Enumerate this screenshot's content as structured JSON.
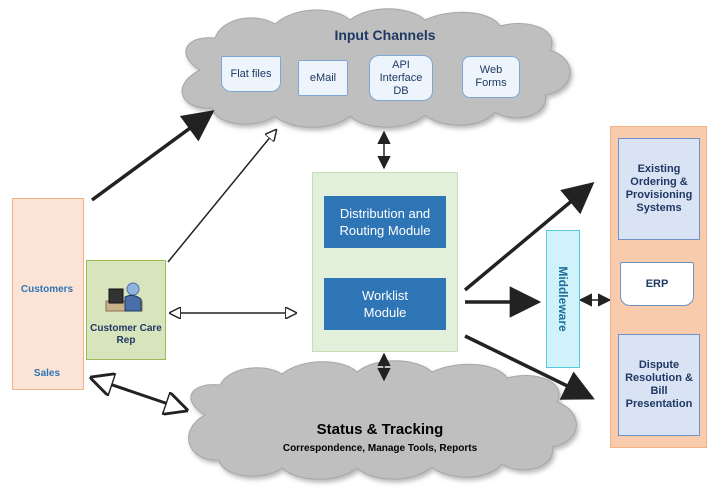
{
  "input_channels": {
    "title": "Input Channels",
    "items": [
      {
        "label": "Flat files"
      },
      {
        "label": "eMail"
      },
      {
        "label": "API\nInterface\nDB"
      },
      {
        "label": "Web\nForms"
      }
    ]
  },
  "status_tracking": {
    "title": "Status & Tracking",
    "subtitle": "Correspondence, Manage Tools, Reports"
  },
  "left_panel": {
    "customers_label": "Customers",
    "sales_label": "Sales"
  },
  "customer_care": {
    "label": "Customer Care\nRep"
  },
  "center": {
    "distribution_module": "Distribution and\nRouting Module",
    "worklist_module": "Worklist\nModule"
  },
  "middleware": {
    "label": "Middleware"
  },
  "right_panel": {
    "existing_systems": "Existing\nOrdering &\nProvisioning\nSystems",
    "erp": "ERP",
    "dispute": "Dispute\nResolution &\nBill\nPresentation"
  },
  "colors": {
    "cloud": "#bfbfbf",
    "module_blue": "#2e75b6",
    "center_green": "#e2efda",
    "left_peach": "#fbe4d5",
    "right_orange": "#f8cbad",
    "middleware_cyan": "#cff2fb"
  }
}
